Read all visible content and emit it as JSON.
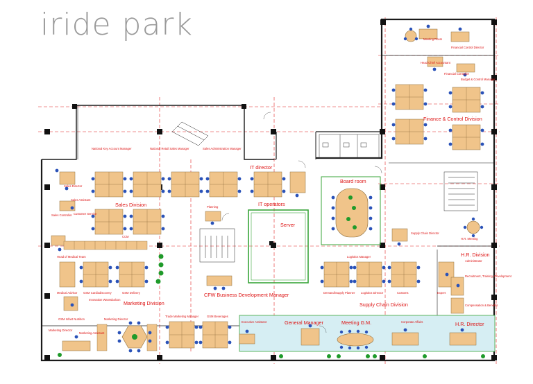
{
  "title": "iride park",
  "colors": {
    "wall": "#1a1a1a",
    "grid": "#e02020",
    "desk": "#f0c48a",
    "desk_stroke": "#8a6b3a",
    "chair": "#2a52b8",
    "plant": "#1f9a2a",
    "room": "#39a53a",
    "fill": "#d6eef3",
    "label": "#d11111"
  },
  "rooms": {
    "sales_division": "Sales Division",
    "marketing_division": "Marketing Division",
    "it_director": "IT director",
    "it_operators": "IT operators",
    "server": "Server",
    "board_room": "Board room",
    "finance_division": "Finance & Control Division",
    "supply_chain_division": "Supply Chain Division",
    "hr_division": "H.R. Division",
    "cfw_manager": "CFW Business Development Manager",
    "general_manager": "General Manager",
    "meeting_gm": "Meeting G.M.",
    "hr_director": "H.R. Director",
    "meeting_room": "Meeting Room",
    "hr_meeting": "H.R. Meeting"
  },
  "labels": {
    "national_key": "National Key Account Manager",
    "national_retail": "National Retail Sales Manager",
    "sales_admin": "Sales Administration Manager",
    "sales_director": "Sales Director",
    "sales_assistant": "Sales Assistant",
    "sales_controller": "Sales Controller",
    "customer_service": "Customer Service",
    "ccm": "CCM",
    "planning": "Planning",
    "head_medical": "Head of Medical Team",
    "medical_advisor": "Medical Advisor",
    "gsm_cardio": "GSM Cardiodiscovery",
    "gsm_delivery": "GSM Delivery",
    "innovation": "Innovation Wanssbalcon",
    "gsm_infant": "GSM Infant Nutrition",
    "marketing_dir": "Marketing Director",
    "marketing_asst": "Marketing Assistant",
    "marketing_small": "Marketing Director",
    "trade_marketing": "Trade Marketing Manager",
    "gsm_beverages": "GSM Beverages",
    "exec_assistant": "Executive Assistant",
    "corporate_affairs": "Corporate Affairs",
    "logistics_manager": "Logistics Manager",
    "logistics_director": "Logistics Director",
    "demand_planner": "Demand/Supply Planner",
    "customs": "Customs",
    "expert": "Expert",
    "supply_chain_dir": "Supply Chain Director",
    "hr_assistant": "Administrator",
    "recruitment": "Recruitment, Training, Development",
    "compensation": "Compensation & Benefits",
    "financial_control_director": "Financial Control Director",
    "head_chief_accountant": "Head Chief Accountant",
    "financial_controller": "Financial Controller",
    "budget_controller": "Budget & Control Manager"
  }
}
